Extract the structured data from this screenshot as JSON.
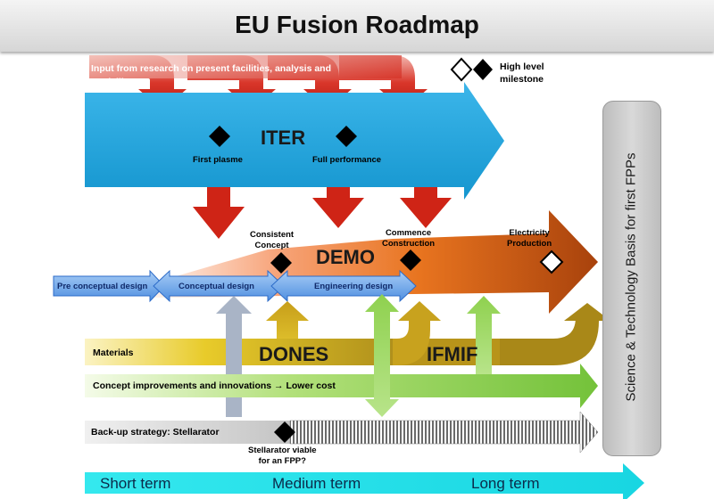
{
  "title": "EU Fusion Roadmap",
  "input_text": "Input from research on present facilities, analysis and\nmodelling",
  "legend": {
    "label": "High level\nmilestone"
  },
  "iter": {
    "label": "ITER",
    "milestones": [
      "First plasme",
      "Full performance"
    ]
  },
  "demo": {
    "label": "DEMO",
    "milestones": [
      "Consistent\nConcept",
      "Commence\nConstruction",
      "Electricity\nProduction"
    ]
  },
  "design_phases": [
    "Pre conceptual design",
    "Conceptual design",
    "Engineering design"
  ],
  "materials": {
    "label": "Materials",
    "facilities": [
      "DONES",
      "IFMIF"
    ]
  },
  "concept_improvements": "Concept improvements and innovations → Lower cost",
  "backup": {
    "label": "Back-up strategy: Stellarator",
    "milestone": "Stellarator viable\nfor an FPP?"
  },
  "side_label": "Science & Technology Basis for first FPPs",
  "timeline": [
    "Short term",
    "Medium term",
    "Long term"
  ],
  "colors": {
    "iter_blue": "#1ba3dc",
    "demo_orange": "#e8741f",
    "input_red": "#d2281c",
    "materials_gold": "#d9b21a",
    "concept_green": "#8fd14f",
    "design_blue": "#5aa0e8",
    "timeline_cyan": "#22e6ee"
  }
}
